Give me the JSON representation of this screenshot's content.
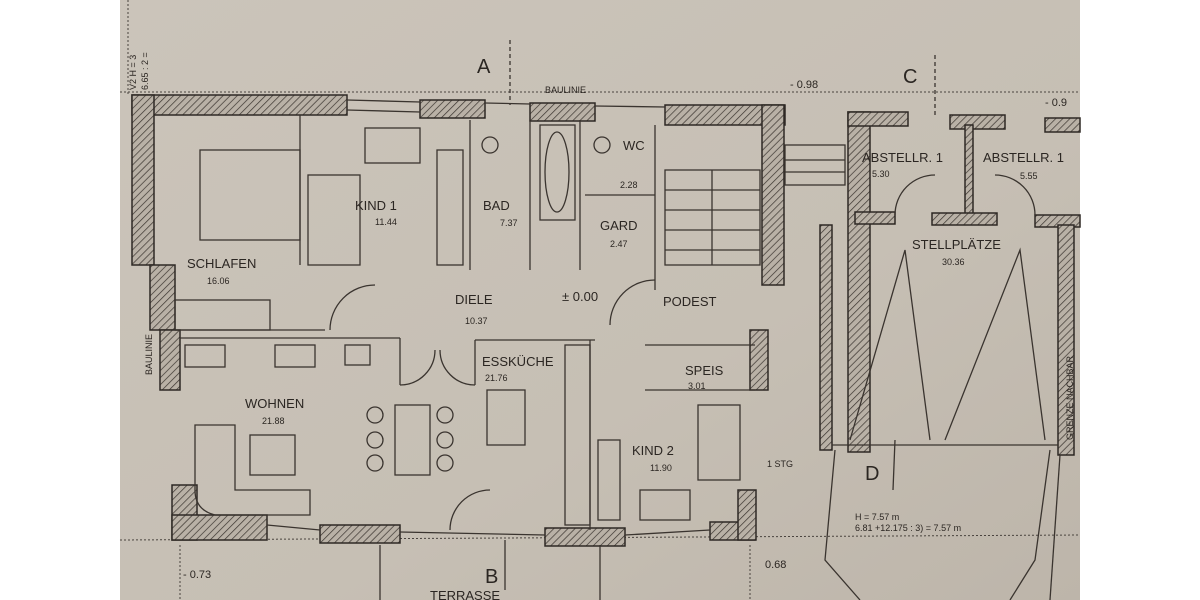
{
  "plan": {
    "top_note": [
      "V2 H = 3",
      "6.65 : 2 ="
    ],
    "baulinie": "BAULINIE",
    "sections": {
      "a": "A",
      "b": "B",
      "c": "C",
      "d": "D"
    },
    "levels": {
      "top_mid": "- 0.98",
      "top_right": "- 0.9",
      "bottom_left": "- 0.73",
      "bottom_mid": "0.68",
      "floor": "± 0.00"
    },
    "rooms": [
      {
        "name": "KIND 1",
        "area": "11.44"
      },
      {
        "name": "BAD",
        "area": "7.37"
      },
      {
        "name": "WC",
        "area": "2.28"
      },
      {
        "name": "GARD",
        "area": "2.47"
      },
      {
        "name": "SCHLAFEN",
        "area": "16.06"
      },
      {
        "name": "DIELE",
        "area": "10.37"
      },
      {
        "name": "PODEST",
        "area": ""
      },
      {
        "name": "ESSKÜCHE",
        "area": "21.76"
      },
      {
        "name": "SPEIS",
        "area": "3.01"
      },
      {
        "name": "WOHNEN",
        "area": "21.88"
      },
      {
        "name": "KIND 2",
        "area": "11.90"
      },
      {
        "name": "ABSTELLR. 1",
        "area": "5.30"
      },
      {
        "name": "ABSTELLR. 1",
        "area": "5.55"
      },
      {
        "name": "STELLPLÄTZE",
        "area": "30.36"
      }
    ],
    "stair_label": "1 STG",
    "height_note": [
      "H = 7.57 m",
      "6.81 +12.175 : 3) = 7.57 m"
    ],
    "terrasse": "TERRASSE",
    "grenze": "GRENZE NACHBAR",
    "colors": {
      "paper": "#c8c1b7",
      "ink": "#2e2925"
    }
  }
}
